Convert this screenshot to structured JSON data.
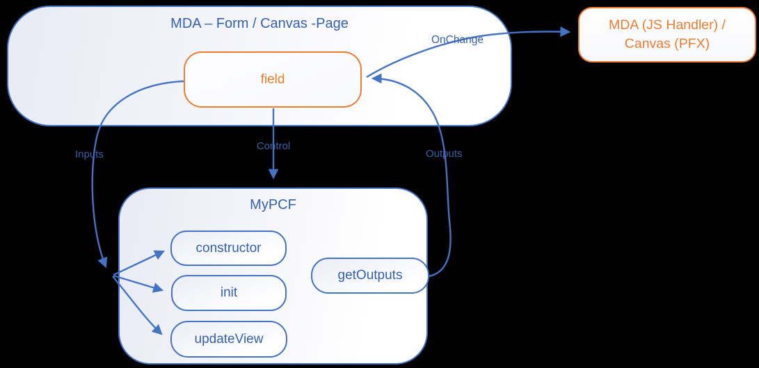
{
  "diagram": {
    "colors": {
      "blue": "#4472C4",
      "blue_text": "#3560AE",
      "label_text": "#3A61A6",
      "orange": "#ED7D31",
      "bg": "#000000"
    },
    "outer_container": {
      "title": "MDA – Form / Canvas -Page"
    },
    "field_box": {
      "label": "field"
    },
    "handler_box": {
      "label_line1": "MDA (JS Handler) /",
      "label_line2": "Canvas (PFX)"
    },
    "pcf_container": {
      "title": "MyPCF"
    },
    "lifecycle_boxes": [
      {
        "label": "constructor"
      },
      {
        "label": "init"
      },
      {
        "label": "updateView"
      }
    ],
    "get_outputs_box": {
      "label": "getOutputs"
    },
    "connector_labels": {
      "inputs": "Inputs",
      "control": "Control",
      "outputs": "Outputs",
      "onchange": "OnChange"
    }
  }
}
